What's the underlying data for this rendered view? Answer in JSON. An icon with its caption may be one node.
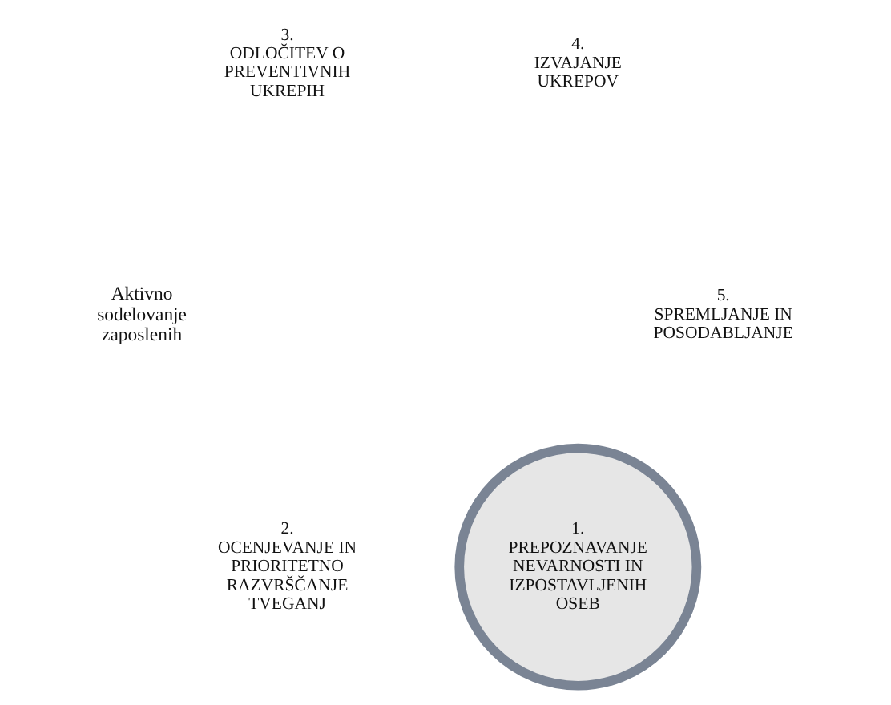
{
  "diagram": {
    "nodes": [
      {
        "text": [
          "1.",
          "PREPOZNAVANJE NEVARNOSTI IN IZPOSTAVLJENIH OSEB"
        ]
      },
      {
        "text": [
          "2.",
          "OCENJEVANJE IN PRIORITETNO RAZVRŠČANJE TVEGANJ"
        ]
      },
      {
        "text": [
          "3.",
          "ODLOČITEV O PREVENTIVNIH UKREPIH"
        ]
      },
      {
        "text": [
          "4.",
          "IZVAJANJE UKREPOV"
        ]
      },
      {
        "text": [
          "5.",
          "SPREMLJANJE IN POSODABLJANJE"
        ]
      }
    ],
    "labels": [
      "Aktivno sodelovanje zaposlenih"
    ]
  }
}
